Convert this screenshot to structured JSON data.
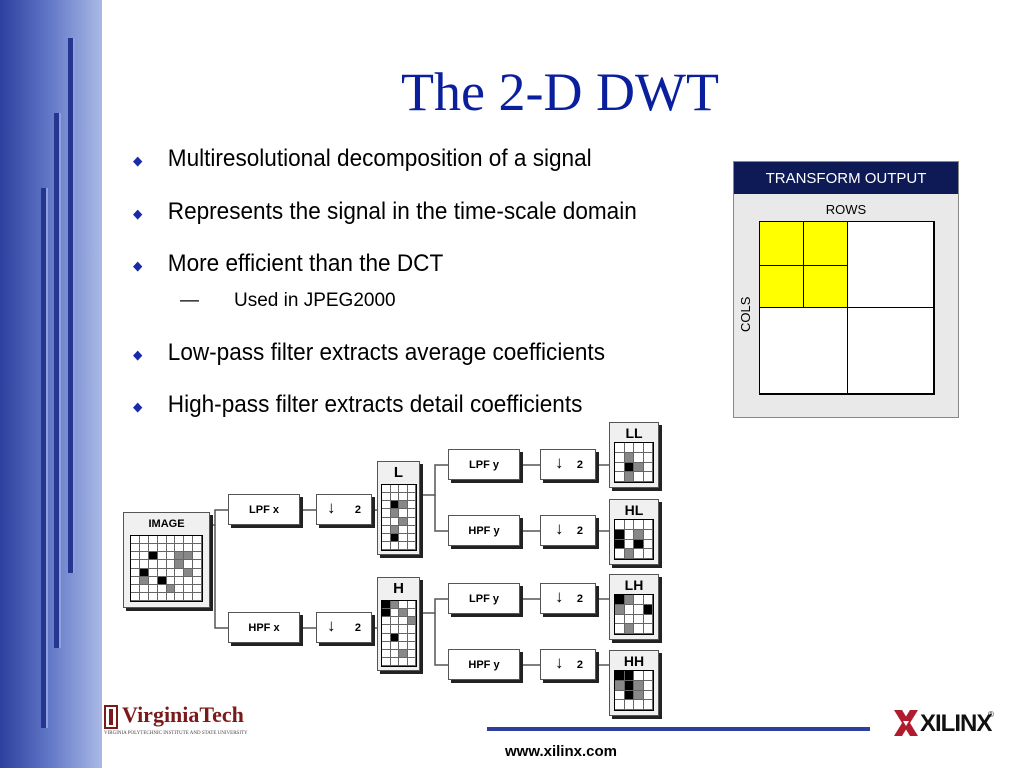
{
  "slide": {
    "title": "The 2-D DWT",
    "bullets": [
      "Multiresolutional decomposition of a signal",
      "Represents the signal in the time-scale domain",
      "More efficient than the DCT",
      "Low-pass filter extracts average coefficients",
      "High-pass filter extracts detail coefficients"
    ],
    "sub_bullet": {
      "dash": "—",
      "text": "Used in JPEG2000"
    }
  },
  "transform_output": {
    "header": "TRANSFORM OUTPUT",
    "rows_label": "ROWS",
    "cols_label": "COLS",
    "highlight_color": "#ffff00"
  },
  "diagram": {
    "image_label": "IMAGE",
    "lpf_x": "LPF x",
    "hpf_x": "HPF x",
    "lpf_y": "LPF y",
    "hpf_y": "HPF y",
    "downsample_factor": "2",
    "l_label": "L",
    "h_label": "H",
    "outputs": [
      "LL",
      "HL",
      "LH",
      "HH"
    ]
  },
  "footer": {
    "url": "www.xilinx.com",
    "virginia_tech": "VirginiaTech",
    "virginia_tech_sub": "VIRGINIA POLYTECHNIC INSTITUTE AND STATE UNIVERSITY",
    "xilinx": "XILINX",
    "xilinx_reg": "®"
  },
  "colors": {
    "title": "#0a1f9e",
    "sidebar": "#2e3f9e",
    "header_bg": "#0d1a55"
  }
}
